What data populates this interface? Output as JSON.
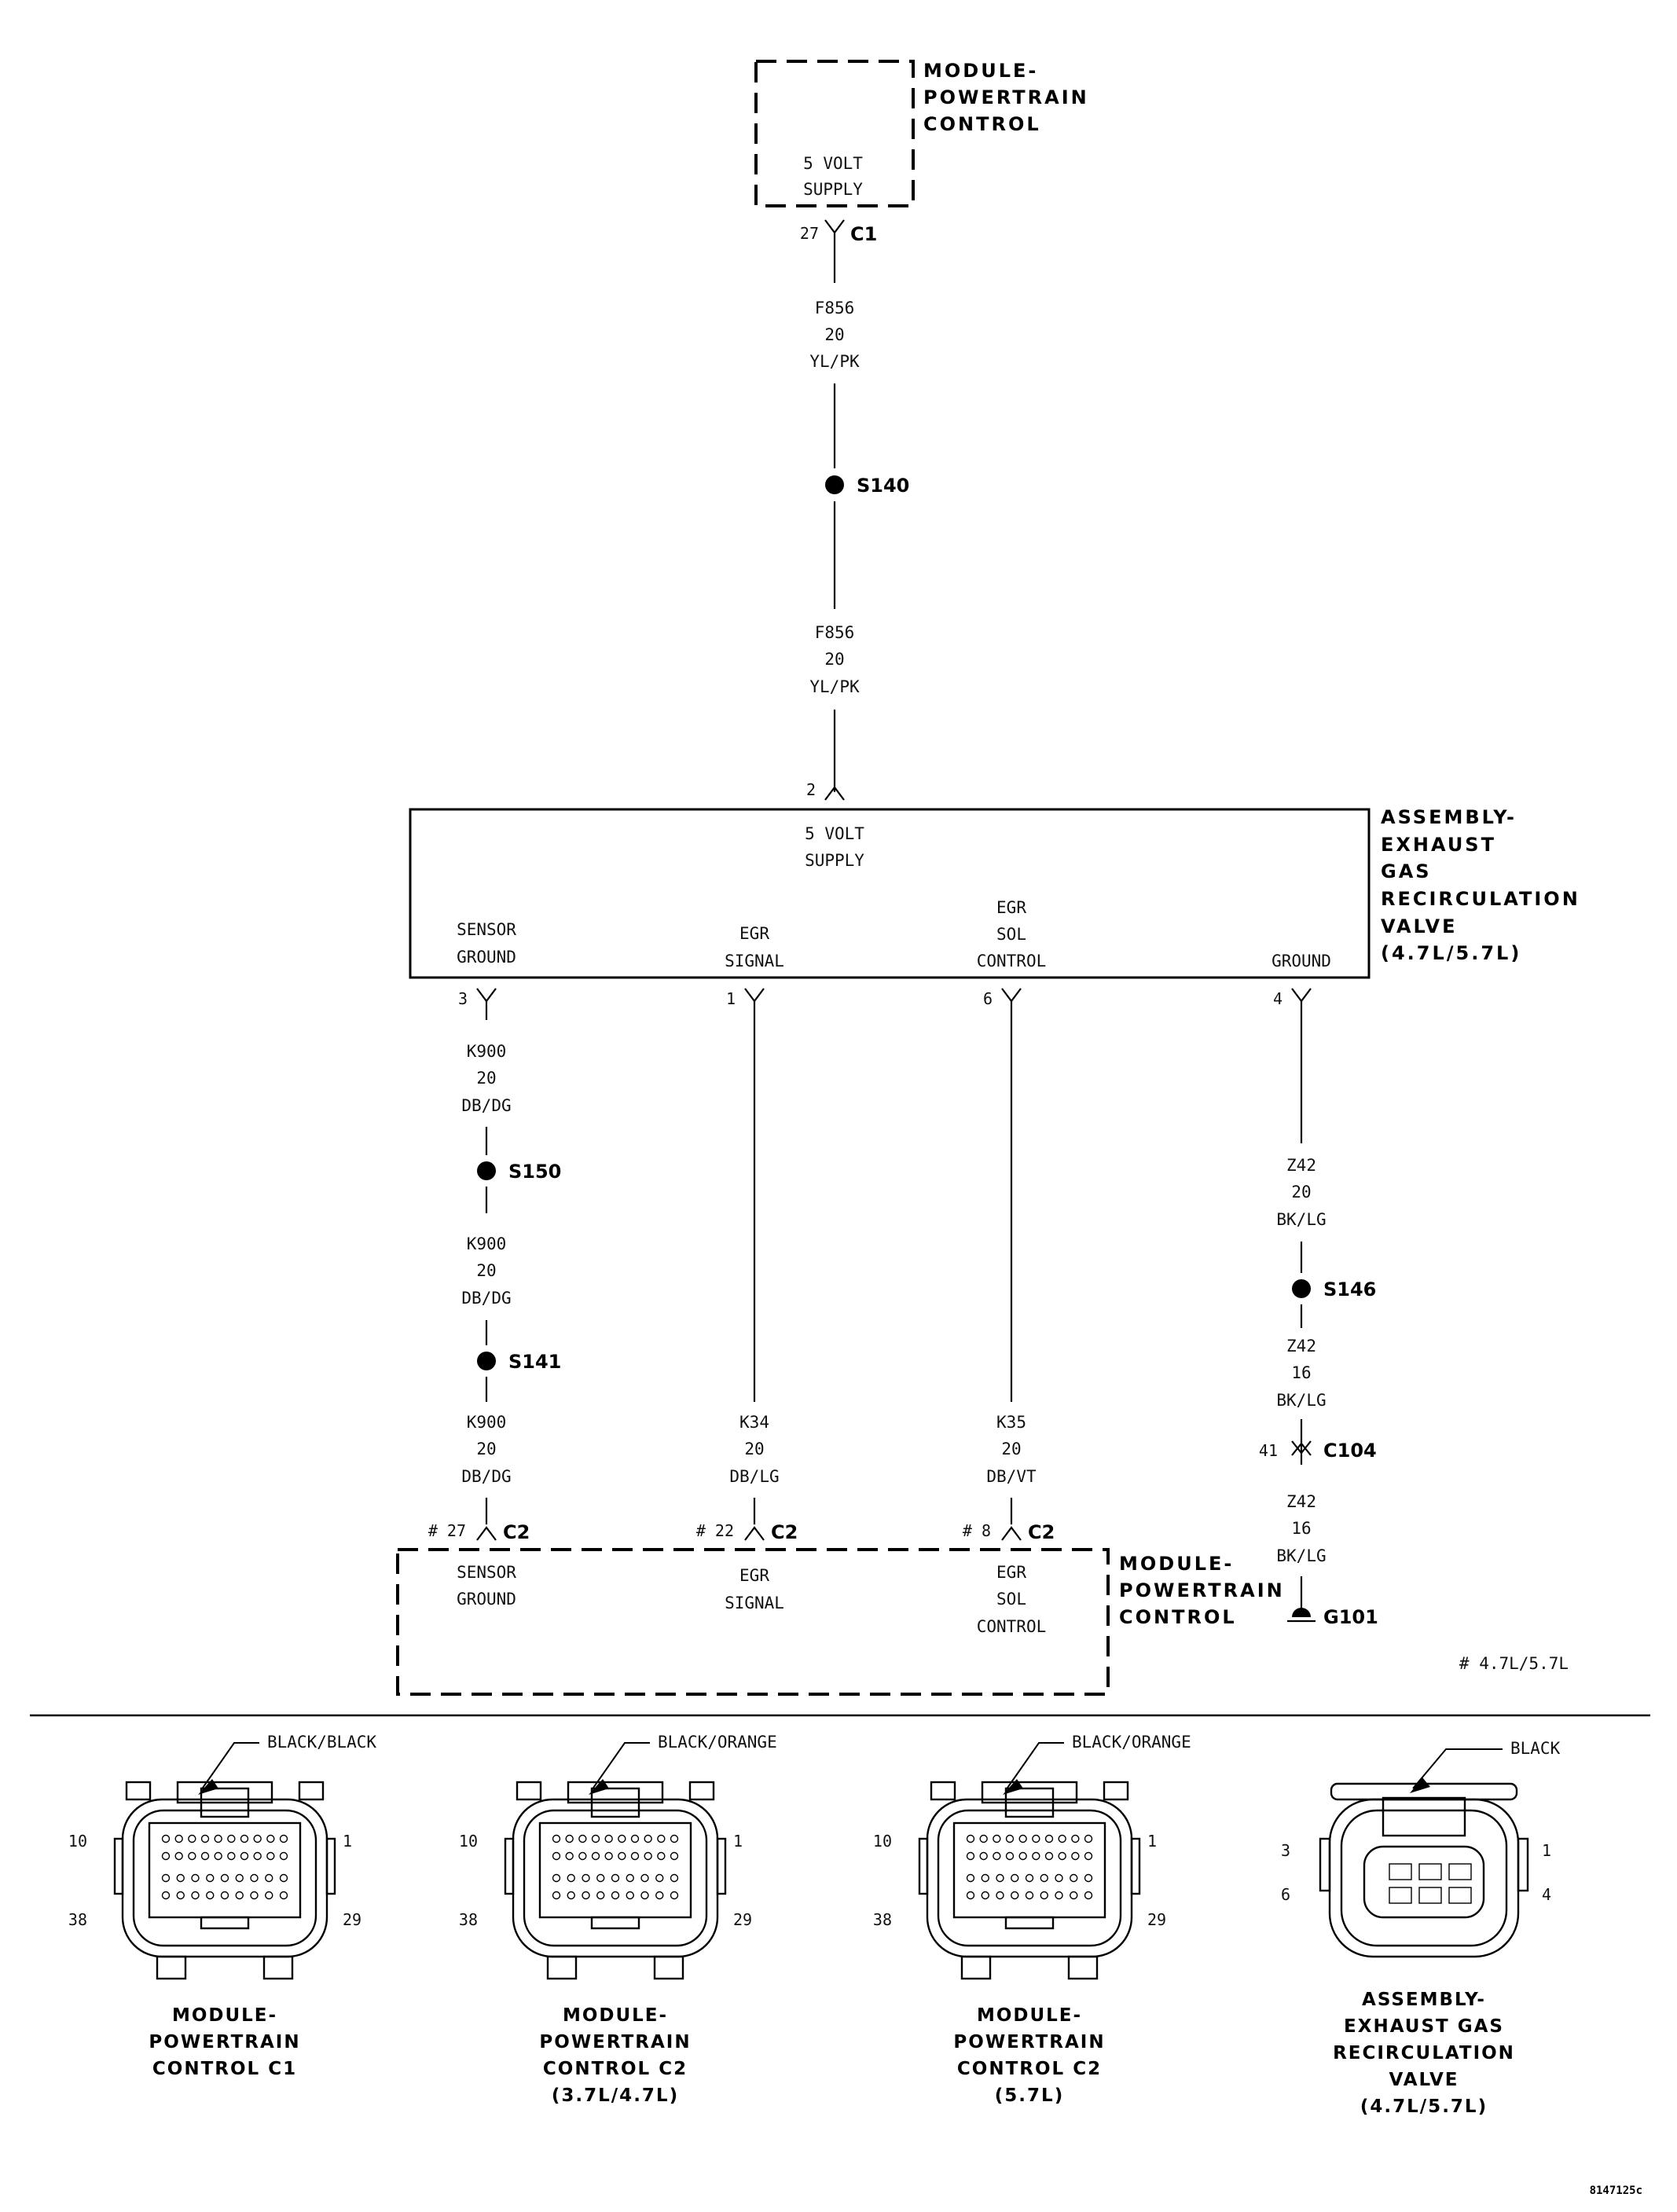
{
  "pcm_top": {
    "title": [
      "MODULE-",
      "POWERTRAIN",
      "CONTROL"
    ],
    "supply": [
      "5 VOLT",
      "SUPPLY"
    ],
    "pin": "27",
    "connector": "C1"
  },
  "wire_f856_a": [
    "F856",
    "20",
    "YL/PK"
  ],
  "splice_s140": "S140",
  "wire_f856_b": [
    "F856",
    "20",
    "YL/PK"
  ],
  "egr_valve": {
    "pin_supply": "2",
    "title": [
      "ASSEMBLY-",
      "EXHAUST",
      "GAS",
      "RECIRCULATION",
      "VALVE",
      "(4.7L/5.7L)"
    ],
    "supply": [
      "5 VOLT",
      "SUPPLY"
    ],
    "sensor_ground": [
      "SENSOR",
      "GROUND"
    ],
    "egr_signal": [
      "EGR",
      "SIGNAL"
    ],
    "egr_sol": [
      "EGR",
      "SOL",
      "CONTROL"
    ],
    "ground": "GROUND",
    "pin_sensor": "3",
    "pin_signal": "1",
    "pin_sol": "6",
    "pin_ground": "4"
  },
  "wire_k900_a": [
    "K900",
    "20",
    "DB/DG"
  ],
  "splice_s150": "S150",
  "wire_k900_b": [
    "K900",
    "20",
    "DB/DG"
  ],
  "splice_s141": "S141",
  "wire_k900_c": [
    "K900",
    "20",
    "DB/DG"
  ],
  "wire_k34": [
    "K34",
    "20",
    "DB/LG"
  ],
  "wire_k35": [
    "K35",
    "20",
    "DB/VT"
  ],
  "wire_z42_a": [
    "Z42",
    "20",
    "BK/LG"
  ],
  "splice_s146": "S146",
  "wire_z42_b": [
    "Z42",
    "16",
    "BK/LG"
  ],
  "c104": {
    "pin": "41",
    "connector": "C104"
  },
  "wire_z42_c": [
    "Z42",
    "16",
    "BK/LG"
  ],
  "ground_g101": "G101",
  "pcm_bottom": {
    "pin_sensor": "# 27",
    "pin_signal": "# 22",
    "pin_sol": "# 8",
    "connector": "C2",
    "title": [
      "MODULE-",
      "POWERTRAIN",
      "CONTROL"
    ],
    "sensor_ground": [
      "SENSOR",
      "GROUND"
    ],
    "egr_signal": [
      "EGR",
      "SIGNAL"
    ],
    "egr_sol": [
      "EGR",
      "SOL",
      "CONTROL"
    ]
  },
  "footnote": "# 4.7L/5.7L",
  "connectors": [
    {
      "color": "BLACK/BLACK",
      "pins": [
        "10",
        "1",
        "38",
        "29"
      ],
      "caption": [
        "MODULE-",
        "POWERTRAIN",
        "CONTROL C1"
      ]
    },
    {
      "color": "BLACK/ORANGE",
      "pins": [
        "10",
        "1",
        "38",
        "29"
      ],
      "caption": [
        "MODULE-",
        "POWERTRAIN",
        "CONTROL C2",
        "(3.7L/4.7L)"
      ]
    },
    {
      "color": "BLACK/ORANGE",
      "pins": [
        "10",
        "1",
        "38",
        "29"
      ],
      "caption": [
        "MODULE-",
        "POWERTRAIN",
        "CONTROL C2",
        "(5.7L)"
      ]
    },
    {
      "color": "BLACK",
      "pins": [
        "3",
        "1",
        "6",
        "4"
      ],
      "caption": [
        "ASSEMBLY-",
        "EXHAUST GAS",
        "RECIRCULATION",
        "VALVE",
        "(4.7L/5.7L)"
      ]
    }
  ],
  "figure_id": "8147125c"
}
